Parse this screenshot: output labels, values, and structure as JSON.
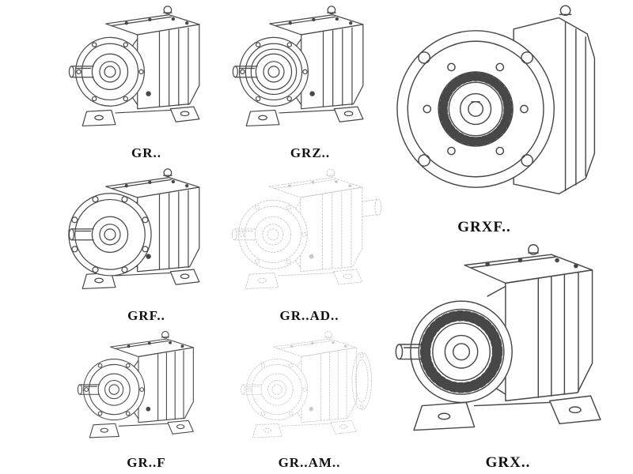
{
  "figures": [
    {
      "id": "gr",
      "label": "GR.."
    },
    {
      "id": "grz",
      "label": "GRZ.."
    },
    {
      "id": "grxf",
      "label": "GRXF.."
    },
    {
      "id": "grf",
      "label": "GRF.."
    },
    {
      "id": "grad",
      "label": "GR..AD.."
    },
    {
      "id": "grff",
      "label": "GR..F"
    },
    {
      "id": "gram",
      "label": "GR..AM.."
    },
    {
      "id": "grx",
      "label": "GRX.."
    }
  ],
  "colors": {
    "background": "#ffffff",
    "line": "#474747",
    "faded_line": "#c9c9c9",
    "label_text": "#111111"
  }
}
